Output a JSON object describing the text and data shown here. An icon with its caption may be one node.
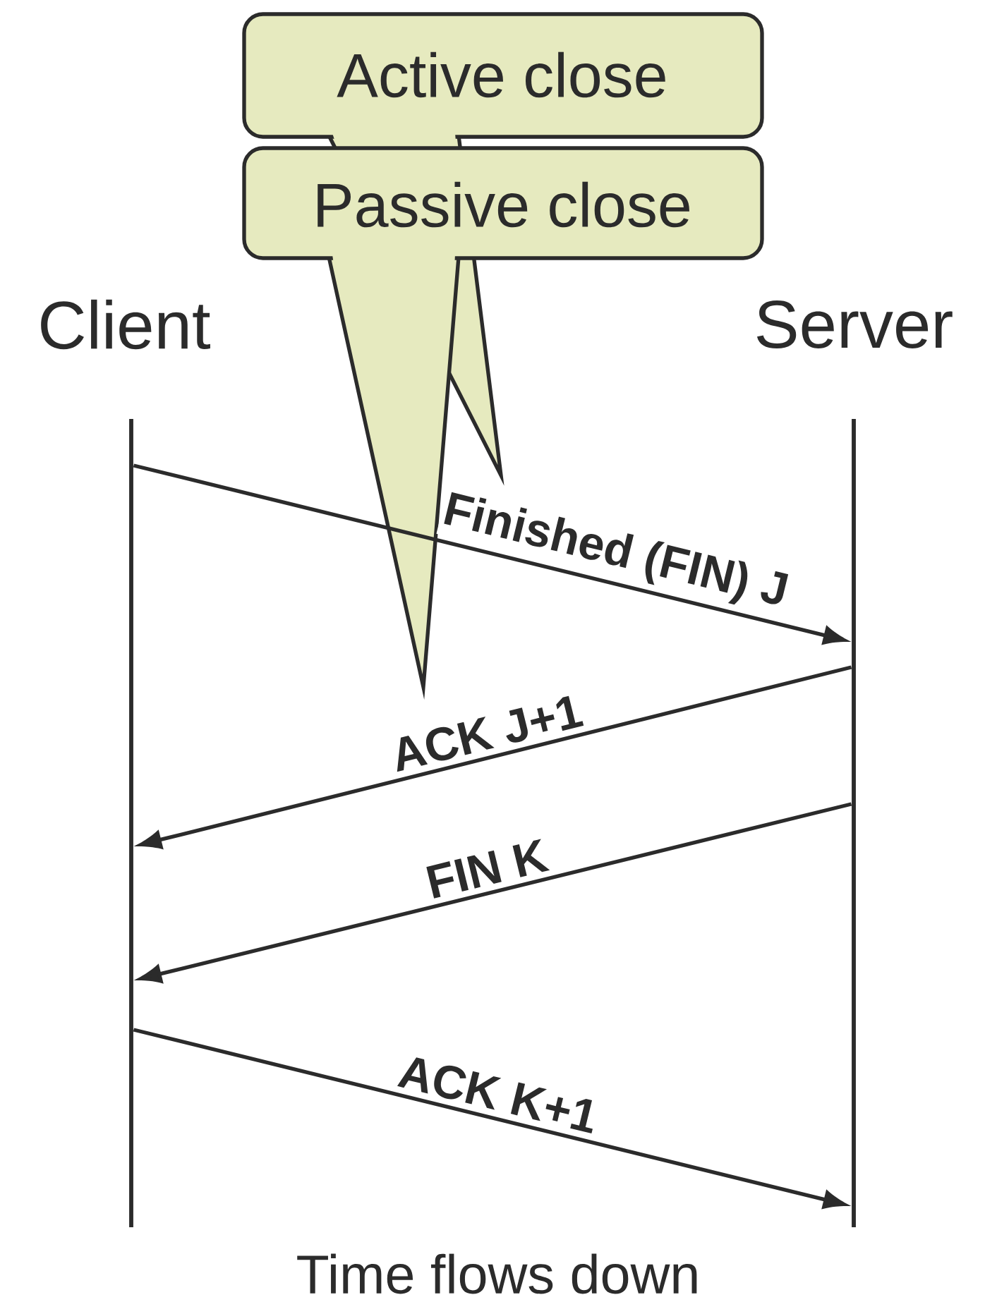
{
  "diagram": {
    "nodes": [
      {
        "text": [
          "Active close"
        ]
      },
      {
        "text": [
          "Passive close"
        ]
      },
      {
        "text": [
          "Client"
        ]
      },
      {
        "text": [
          "Server"
        ]
      },
      {
        "text": [],
        "shape": "bar"
      },
      {
        "text": [],
        "shape": "bar"
      }
    ],
    "edges": [
      {
        "from": 4,
        "to": 5,
        "arrow": "to",
        "label": "Finished (FIN) J"
      },
      {
        "from": 5,
        "to": 4,
        "arrow": "to",
        "label": "ACK J+1"
      },
      {
        "from": 5,
        "to": 4,
        "arrow": "to",
        "label": "FIN K"
      },
      {
        "from": 4,
        "to": 5,
        "arrow": "to",
        "label": "ACK K+1"
      }
    ],
    "labels": [
      "Time flows down"
    ]
  }
}
